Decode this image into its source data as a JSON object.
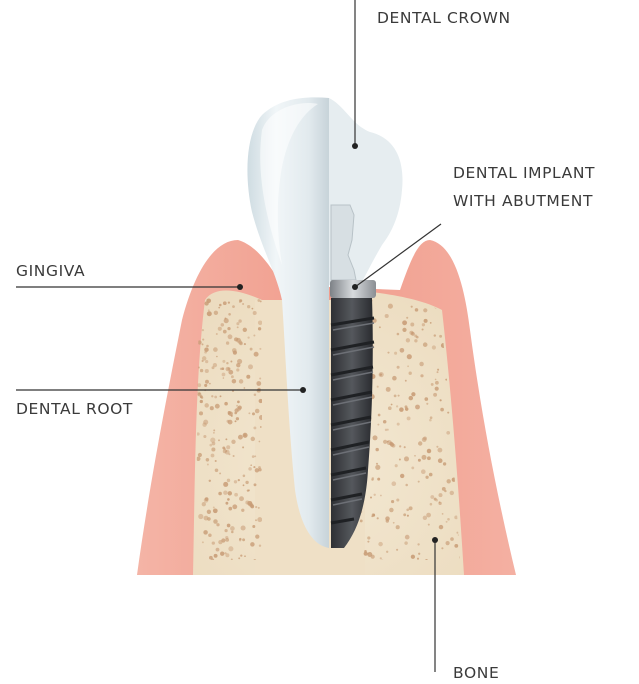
{
  "diagram": {
    "labels": {
      "crown": "DENTAL CROWN",
      "implant_line1": "DENTAL IMPLANT",
      "implant_line2": "WITH ABUTMENT",
      "gingiva": "GINGIVA",
      "root": "DENTAL ROOT",
      "bone": "BONE"
    },
    "colors": {
      "gingiva": "#f0a394",
      "bone": "#f2e6cf",
      "bone_pores": "#c89c76",
      "tooth": "#dfe8ec",
      "implant": "#3c3e42",
      "abutment": "#9fa3a8",
      "leader_line": "#333333"
    }
  }
}
